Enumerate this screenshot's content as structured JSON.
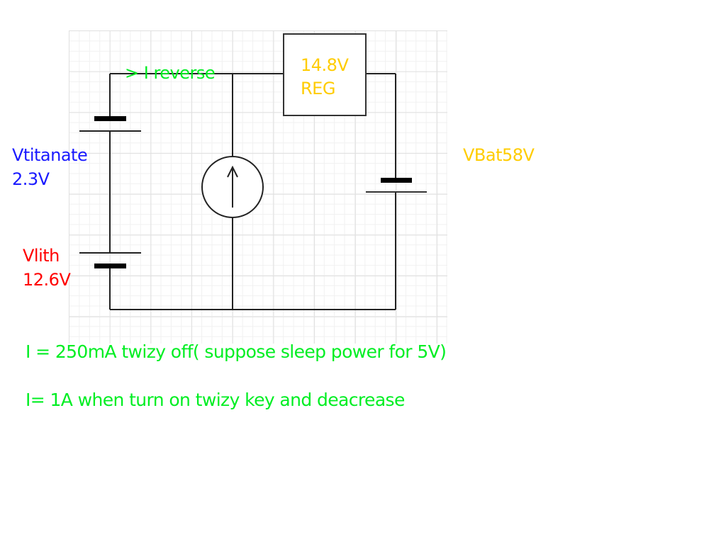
{
  "diagram": {
    "title": "",
    "labels": {
      "reverse_current": "> I reverse",
      "regulator_line1": "14.8V",
      "regulator_line2": "REG",
      "titanate_name": "Vtitanate",
      "titanate_voltage": "2.3V",
      "lith_name": "Vlith",
      "lith_voltage": "12.6V",
      "bat58": "VBat58V"
    },
    "notes": [
      "I = 250mA twizy off( suppose sleep power for 5V)",
      "I= 1A when turn on twizy key and deacrease"
    ],
    "components": [
      {
        "type": "battery",
        "name": "Vtitanate",
        "value": "2.3V"
      },
      {
        "type": "battery",
        "name": "Vlith",
        "value": "12.6V"
      },
      {
        "type": "current-source",
        "direction": "up"
      },
      {
        "type": "regulator",
        "value": "14.8V"
      },
      {
        "type": "battery",
        "name": "VBat58V"
      }
    ],
    "colors": {
      "green": "#00ee22",
      "blue": "#1a1aff",
      "red": "#ff0000",
      "yellow": "#ffcc00",
      "wire": "#222222",
      "grid_major": "#e0e0e0",
      "grid_minor": "#f1f1f1"
    }
  }
}
